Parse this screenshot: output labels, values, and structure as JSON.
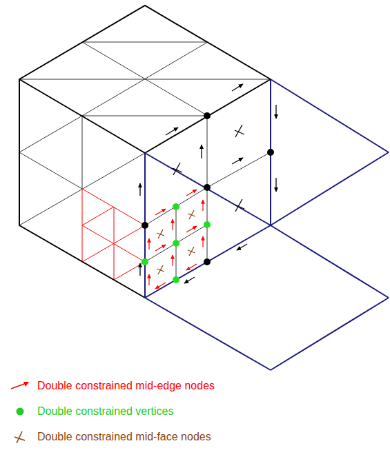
{
  "diagram": {
    "legend": [
      {
        "text": "Double constrained mid-edge nodes"
      },
      {
        "text": "Double constrained vertices"
      },
      {
        "text": "Double constrained mid-face nodes"
      }
    ]
  }
}
